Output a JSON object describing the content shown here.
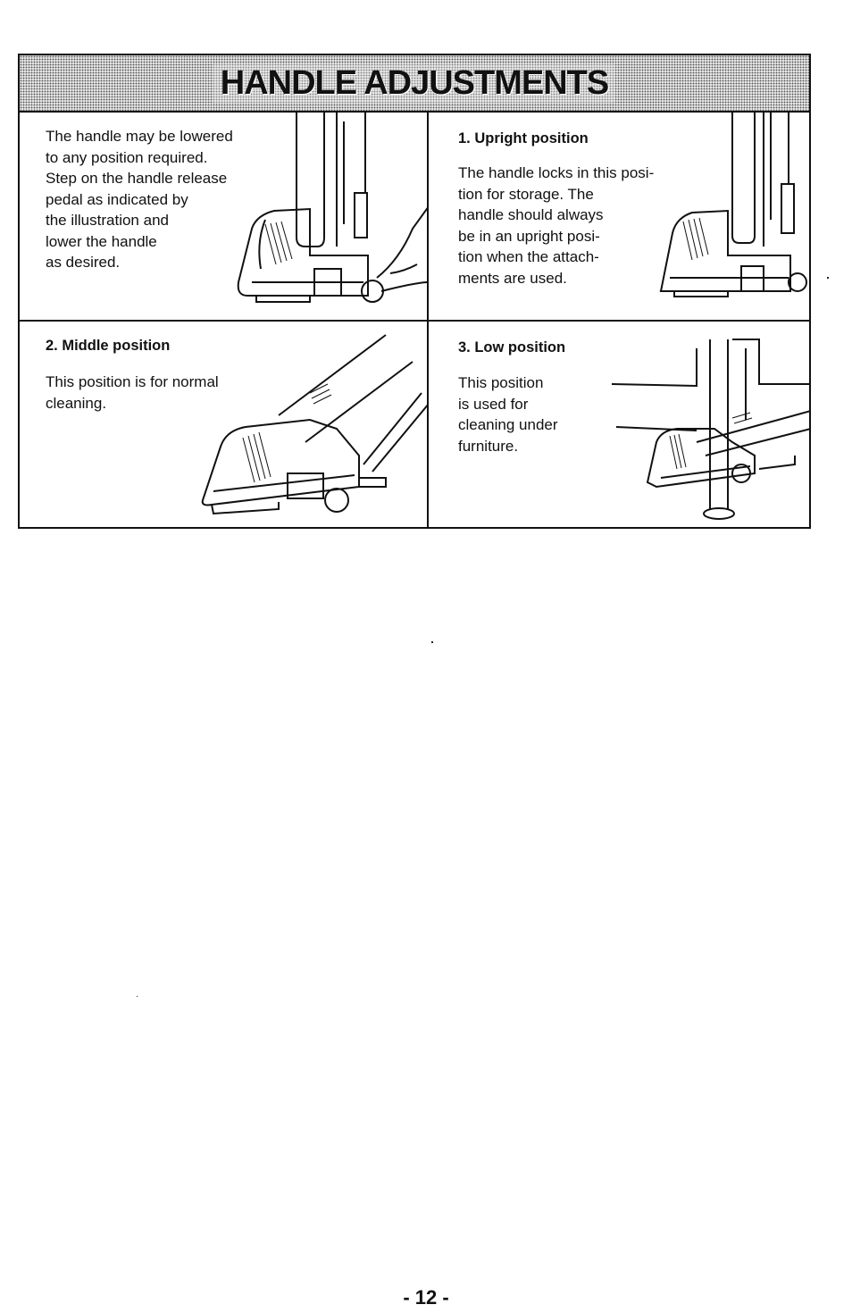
{
  "banner": {
    "title": "HANDLE ADJUSTMENTS"
  },
  "intro": {
    "text": "The handle may be lowered\nto any position required.\nStep on the handle release\npedal as indicated by\nthe illustration and\nlower the handle\nas desired."
  },
  "upright": {
    "heading": "1.  Upright position",
    "text": "The handle locks in this posi-\ntion for storage.  The\nhandle should always\nbe in an upright posi-\ntion when the attach-\nments are used."
  },
  "middle": {
    "heading": "2.  Middle position",
    "text": "This position is for normal\ncleaning."
  },
  "low": {
    "heading": "3.  Low position",
    "text": "This position\nis used for\ncleaning under\nfurniture."
  },
  "footer": {
    "page_number": "- 12 -"
  }
}
